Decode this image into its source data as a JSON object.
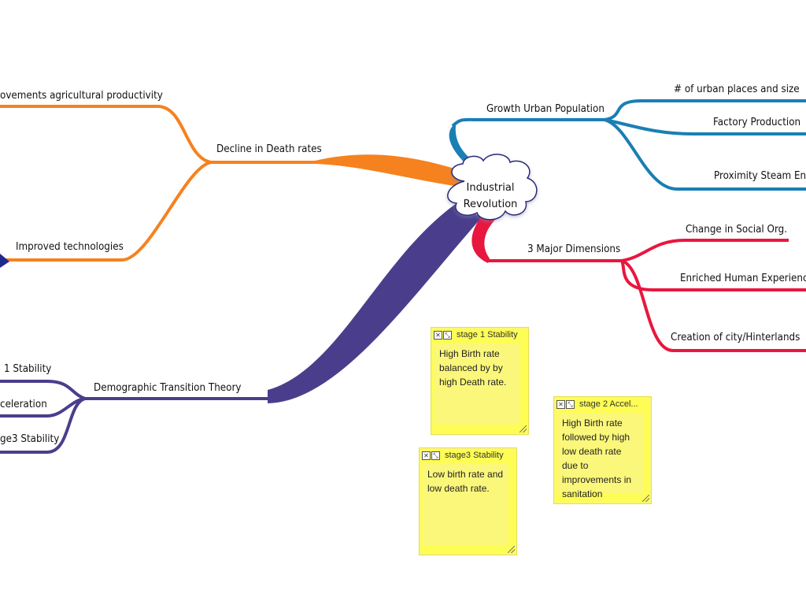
{
  "center": {
    "line1": "Industrial",
    "line2": "Revolution"
  },
  "branches": {
    "death": {
      "label": "Decline in Death rates",
      "color": "#f5821f",
      "children": [
        "ovements agricultural productivity",
        "Improved technologies"
      ]
    },
    "demo": {
      "label": "Demographic Transition Theory",
      "color": "#4a3e8c",
      "children": [
        "1 Stability",
        "celeration",
        "ge3 Stability"
      ]
    },
    "urban": {
      "label": "Growth Urban Population",
      "color": "#1a7fb3",
      "children": [
        "# of urban places and size",
        "Factory Production",
        "Proximity Steam Eng"
      ]
    },
    "dims": {
      "label": "3 Major Dimensions",
      "color": "#e8173f",
      "children": [
        "Change in Social Org.",
        "Enriched Human Experience",
        "Creation of city/Hinterlands"
      ]
    }
  },
  "notes": [
    {
      "title": "stage 1 Stability",
      "text": "High Birth rate balanced by by high Death rate."
    },
    {
      "title": "stage 2 Accel...",
      "text": "High Birth rate followed by high  low death rate due to improvements in sanitation"
    },
    {
      "title": "stage3 Stability",
      "text": "Low birth rate and low death rate."
    }
  ],
  "icons": {
    "close": "close-icon",
    "expand": "expand-icon",
    "resize": "resize-grip-icon"
  }
}
